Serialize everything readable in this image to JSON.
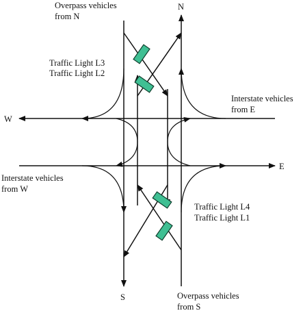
{
  "labels": {
    "overpass_from_n_line1": "Overpass vehicles",
    "overpass_from_n_line2": "from N",
    "overpass_from_s_line1": "Overpass vehicles",
    "overpass_from_s_line2": "from S",
    "interstate_from_e_line1": "Interstate vehicles",
    "interstate_from_e_line2": "from E",
    "interstate_from_w_line1": "Interstate vehicles",
    "interstate_from_w_line2": "from W",
    "traffic_light_l3": "Traffic Light L3",
    "traffic_light_l2": "Traffic Light L2",
    "traffic_light_l4": "Traffic Light L4",
    "traffic_light_l1": "Traffic Light L1"
  },
  "compass": {
    "north": "N",
    "south": "S",
    "east": "E",
    "west": "W"
  },
  "colors": {
    "traffic_light_fill": "#3fbf93",
    "line": "#111111"
  }
}
